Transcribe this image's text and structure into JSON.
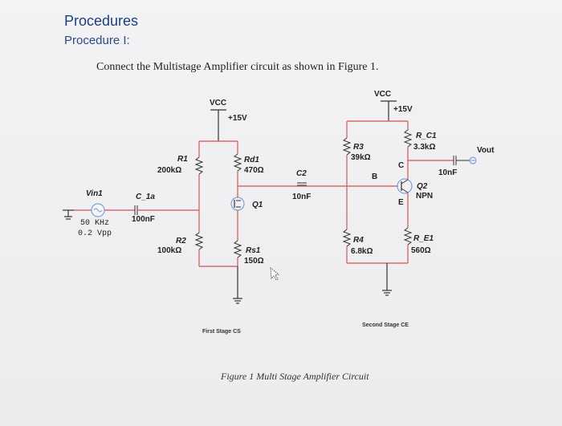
{
  "page": {
    "heading": "Procedures",
    "subheading": "Procedure I:",
    "instruction": "Connect the Multistage Amplifier circuit as shown in Figure 1.",
    "caption": "Figure 1 Multi Stage Amplifier Circuit"
  },
  "circuit": {
    "vcc1_label": "VCC",
    "vcc1_value": "+15V",
    "vcc2_label": "VCC",
    "vcc2_value": "+15V",
    "source_name": "Vin1",
    "source_freq": "50 KHz",
    "source_amp": "0.2 Vpp",
    "c1a_name": "C_1a",
    "c1a_value": "100nF",
    "r1_name": "R1",
    "r1_value": "200kΩ",
    "r2_name": "R2",
    "r2_value": "100kΩ",
    "rd1_name": "Rd1",
    "rd1_value": "470Ω",
    "q1_name": "Q1",
    "rs1_name": "Rs1",
    "rs1_value": "150Ω",
    "c2_name": "C2",
    "c2_value": "10nF",
    "r3_name": "R3",
    "r3_value": "39kΩ",
    "r4_name": "R4",
    "r4_value": "6.8kΩ",
    "rc1_name": "R_C1",
    "rc1_value": "3.3kΩ",
    "re1_name": "R_E1",
    "re1_value": "560Ω",
    "q2_name": "Q2",
    "q2_type": "NPN",
    "pin_b": "B",
    "pin_c": "C",
    "pin_e": "E",
    "c_out_value": "10nF",
    "vout_label": "Vout",
    "stage1_label": "First Stage CS",
    "stage2_label": "Second Stage CE"
  }
}
